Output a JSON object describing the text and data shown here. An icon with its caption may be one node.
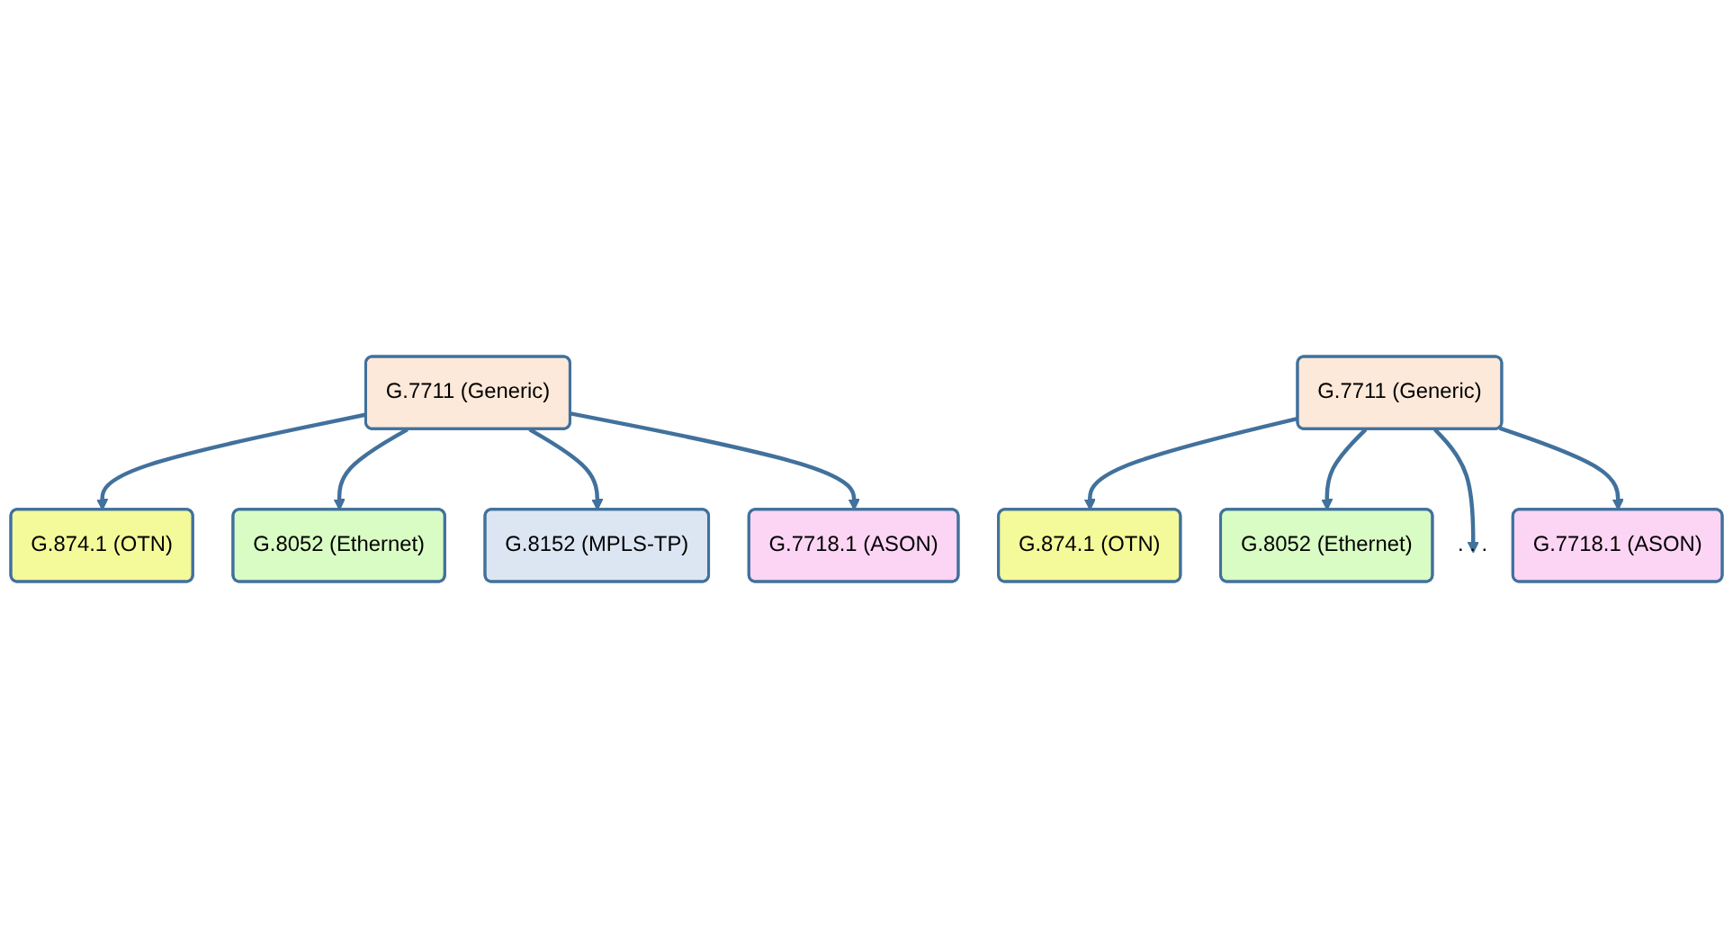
{
  "diagram": {
    "nodes": [
      {
        "text": [
          "G.7711 (Generic)"
        ]
      },
      {
        "text": [
          "G.874.1 (OTN)"
        ]
      },
      {
        "text": [
          "G.8052 (Ethernet)"
        ]
      },
      {
        "text": [
          "G.8152 (MPLS-TP)"
        ]
      },
      {
        "text": [
          "G.7718.1 (ASON)"
        ]
      },
      {
        "text": [
          "G.7711 (Generic)"
        ]
      },
      {
        "text": [
          "G.874.1 (OTN)"
        ]
      },
      {
        "text": [
          "G.8052 (Ethernet)"
        ]
      },
      {
        "text": [
          ". . ."
        ]
      },
      {
        "text": [
          "G.7718.1 (ASON)"
        ]
      }
    ],
    "edges": [
      {
        "from": 0,
        "to": 1,
        "arrow": "to"
      },
      {
        "from": 0,
        "to": 2,
        "arrow": "to"
      },
      {
        "from": 0,
        "to": 3,
        "arrow": "to"
      },
      {
        "from": 0,
        "to": 4,
        "arrow": "to"
      },
      {
        "from": 5,
        "to": 6,
        "arrow": "to"
      },
      {
        "from": 5,
        "to": 7,
        "arrow": "to"
      },
      {
        "from": 5,
        "to": 8,
        "arrow": "to"
      },
      {
        "from": 5,
        "to": 9,
        "arrow": "to"
      }
    ]
  }
}
